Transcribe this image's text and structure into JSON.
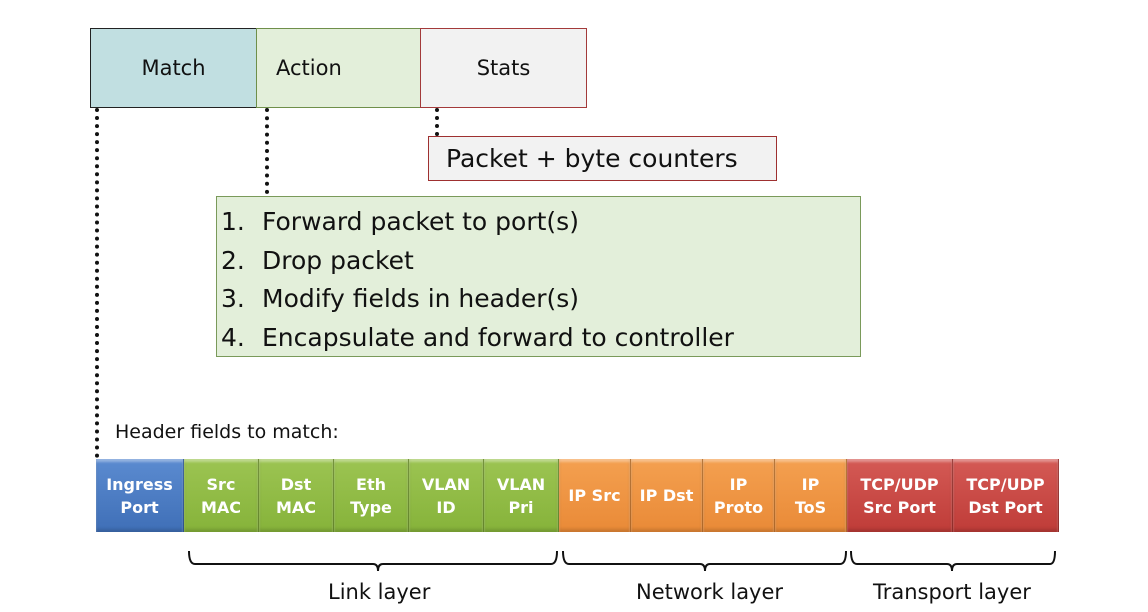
{
  "flow_entry": {
    "match_label": "Match",
    "action_label": "Action",
    "stats_label": "Stats"
  },
  "stats_detail": "Packet + byte counters",
  "actions_list": [
    {
      "num": "1.",
      "text": "Forward packet to port(s)"
    },
    {
      "num": "2.",
      "text": "Drop packet"
    },
    {
      "num": "3.",
      "text": "Modify fields in header(s)"
    },
    {
      "num": "4.",
      "text": "Encapsulate and forward to controller"
    }
  ],
  "header_fields_label": "Header fields to match:",
  "header_fields": [
    {
      "line1": "Ingress",
      "line2": "Port",
      "color": "#4a7cc4",
      "group": "ingress"
    },
    {
      "line1": "Src",
      "line2": "MAC",
      "color": "#8cb840",
      "group": "link"
    },
    {
      "line1": "Dst",
      "line2": "MAC",
      "color": "#8cb840",
      "group": "link"
    },
    {
      "line1": "Eth",
      "line2": "Type",
      "color": "#8cb840",
      "group": "link"
    },
    {
      "line1": "VLAN",
      "line2": "ID",
      "color": "#8cb840",
      "group": "link"
    },
    {
      "line1": "VLAN",
      "line2": "Pri",
      "color": "#8cb840",
      "group": "link"
    },
    {
      "line1": "IP Src",
      "line2": "",
      "color": "#ee9040",
      "group": "network"
    },
    {
      "line1": "IP Dst",
      "line2": "",
      "color": "#ee9040",
      "group": "network"
    },
    {
      "line1": "IP",
      "line2": "Proto",
      "color": "#ee9040",
      "group": "network"
    },
    {
      "line1": "IP",
      "line2": "ToS",
      "color": "#ee9040",
      "group": "network"
    },
    {
      "line1": "TCP/UDP",
      "line2": "Src Port",
      "color": "#c84040",
      "group": "transport"
    },
    {
      "line1": "TCP/UDP",
      "line2": "Dst Port",
      "color": "#c84040",
      "group": "transport"
    }
  ],
  "layers": {
    "link": "Link layer",
    "network": "Network layer",
    "transport": "Transport layer"
  }
}
